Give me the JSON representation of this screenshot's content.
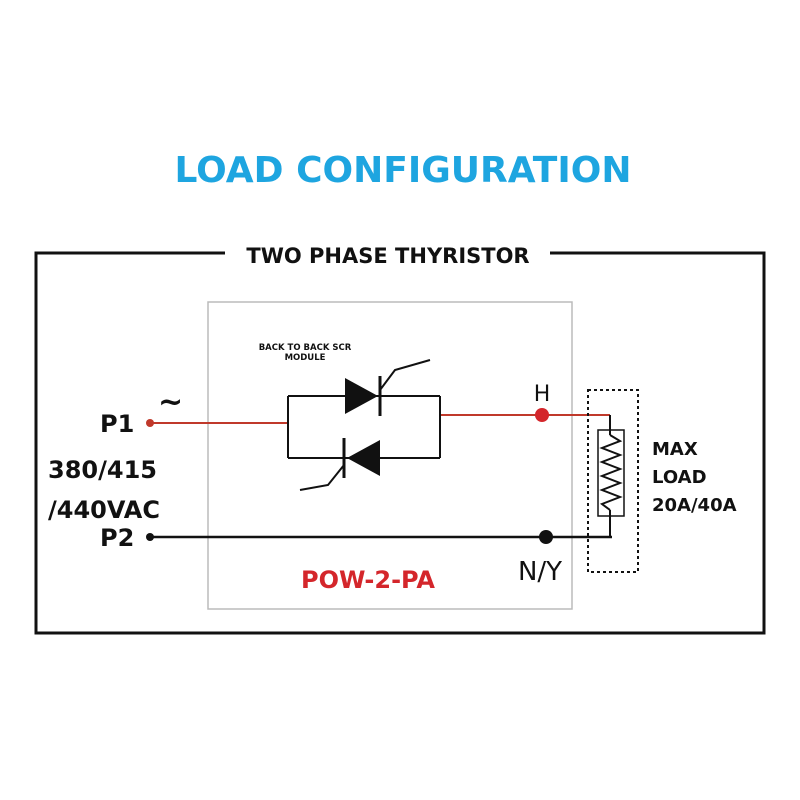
{
  "page_title": "LOAD CONFIGURATION",
  "frame_title": "TWO PHASE THYRISTOR",
  "module_label": "BACK TO BACK SCR",
  "module_label_2": "MODULE",
  "model": "POW-2-PA",
  "terminals": {
    "p1": "P1",
    "p2": "P2",
    "h": "H",
    "ny": "N/Y",
    "ac_symbol": "~"
  },
  "supply_voltage": {
    "line1": "380/415",
    "line2": "/440VAC"
  },
  "load_label": {
    "line1": "MAX",
    "line2": "LOAD",
    "line3": "20A/40A"
  },
  "colors": {
    "title": "#1ea5e0",
    "frame": "#111111",
    "wire_hot": "#c0392b",
    "wire_neutral": "#111111",
    "model_text": "#d4262b",
    "module_box": "#bbbbbb"
  }
}
